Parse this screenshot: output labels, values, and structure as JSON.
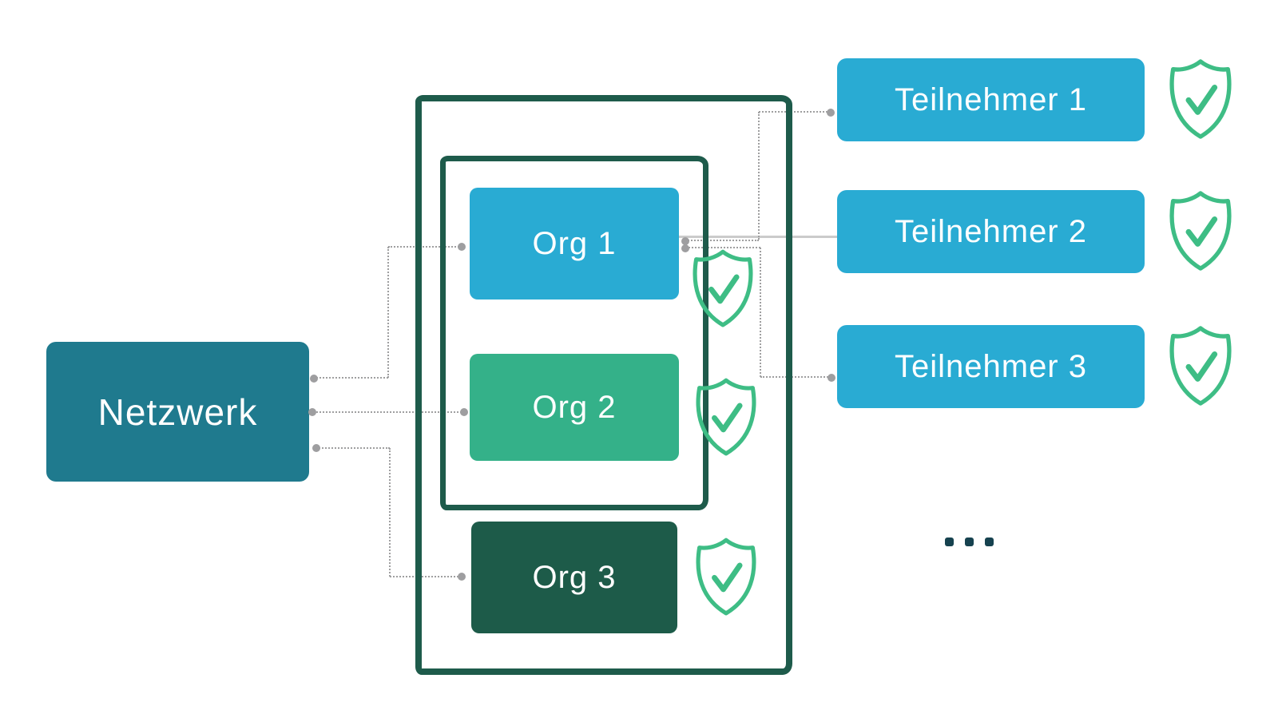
{
  "diagram": {
    "netzwerk": {
      "label": "Netzwerk"
    },
    "orgs": [
      {
        "label": "Org 1"
      },
      {
        "label": "Org 2"
      },
      {
        "label": "Org 3"
      }
    ],
    "teilnehmer": [
      {
        "label": "Teilnehmer 1"
      },
      {
        "label": "Teilnehmer 2"
      },
      {
        "label": "Teilnehmer 3"
      }
    ],
    "more_indicator": "...",
    "colors": {
      "netzwerk": "#1f7a8e",
      "org1": "#29abd3",
      "org2": "#34b189",
      "org3": "#1d5b49",
      "teilnehmer": "#29abd3",
      "frame_border": "#1e5b4b",
      "shield": "#3ebd85",
      "ellipsis": "#16424f",
      "connector_dot": "#9e9ea0",
      "dotted_line": "#9f9fa0",
      "solid_line": "#cbcbcb"
    },
    "icons": {
      "shield": "shield-check-icon"
    }
  }
}
